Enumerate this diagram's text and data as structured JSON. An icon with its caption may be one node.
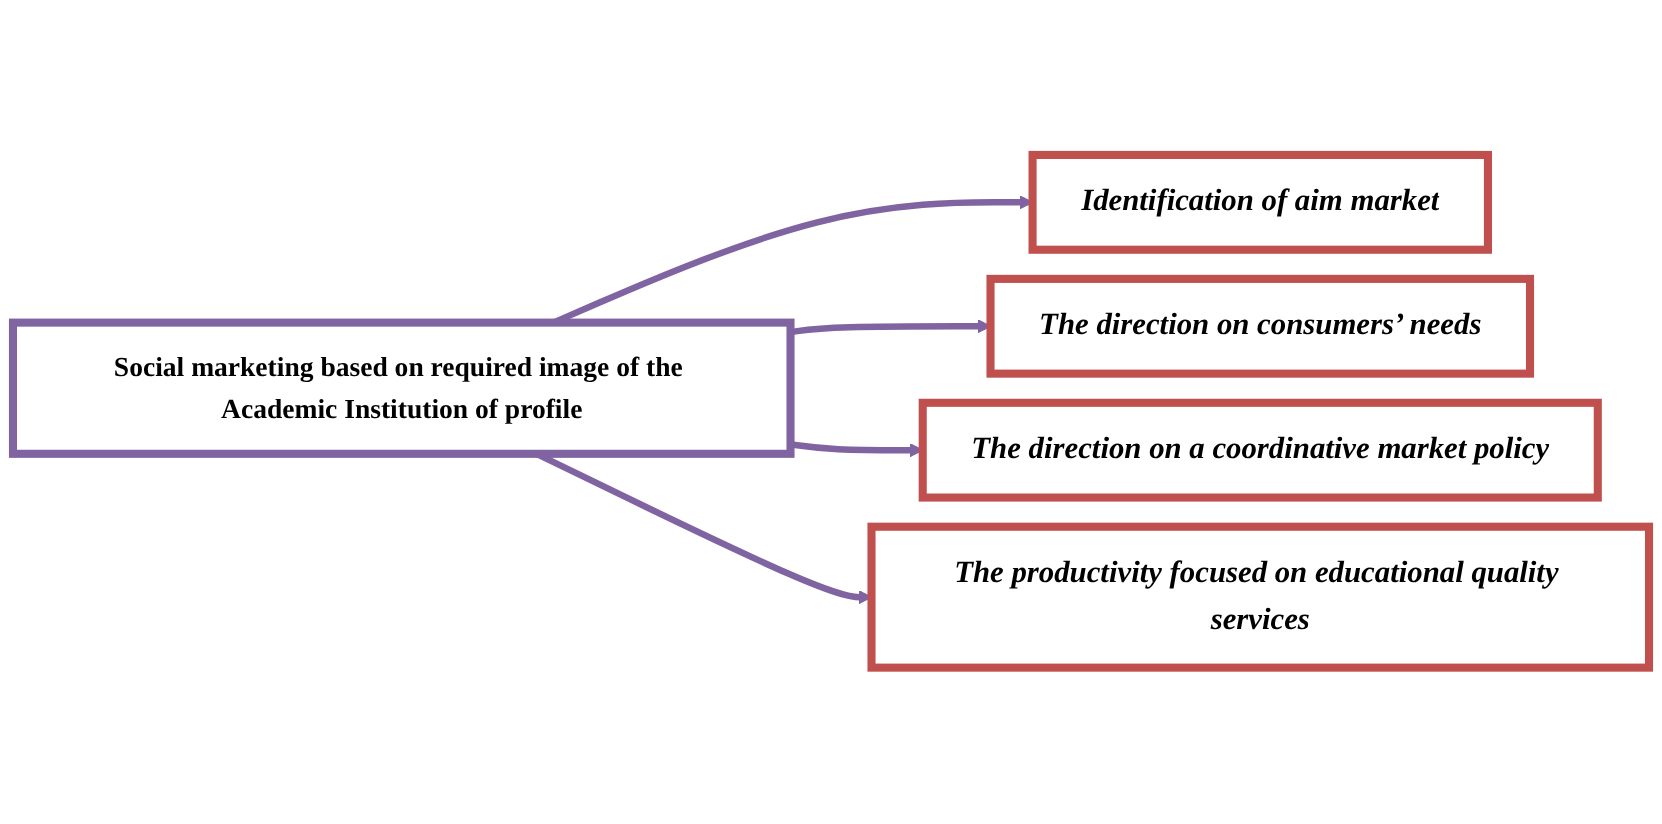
{
  "diagram": {
    "nodes": [
      {
        "text": [
          "Social marketing based on required image of the Academic Institution of profile"
        ]
      },
      {
        "text": [
          "Identification of aim market"
        ]
      },
      {
        "text": [
          "The direction on consumers’ needs"
        ]
      },
      {
        "text": [
          "The direction on a coordinative market policy"
        ]
      },
      {
        "text": [
          "The productivity focused on educational quality services"
        ]
      }
    ],
    "edges": [
      {
        "from": 0,
        "to": 1,
        "arrow": "to"
      },
      {
        "from": 0,
        "to": 2,
        "arrow": "to"
      },
      {
        "from": 0,
        "to": 3,
        "arrow": "to"
      },
      {
        "from": 0,
        "to": 4,
        "arrow": "to"
      }
    ]
  }
}
